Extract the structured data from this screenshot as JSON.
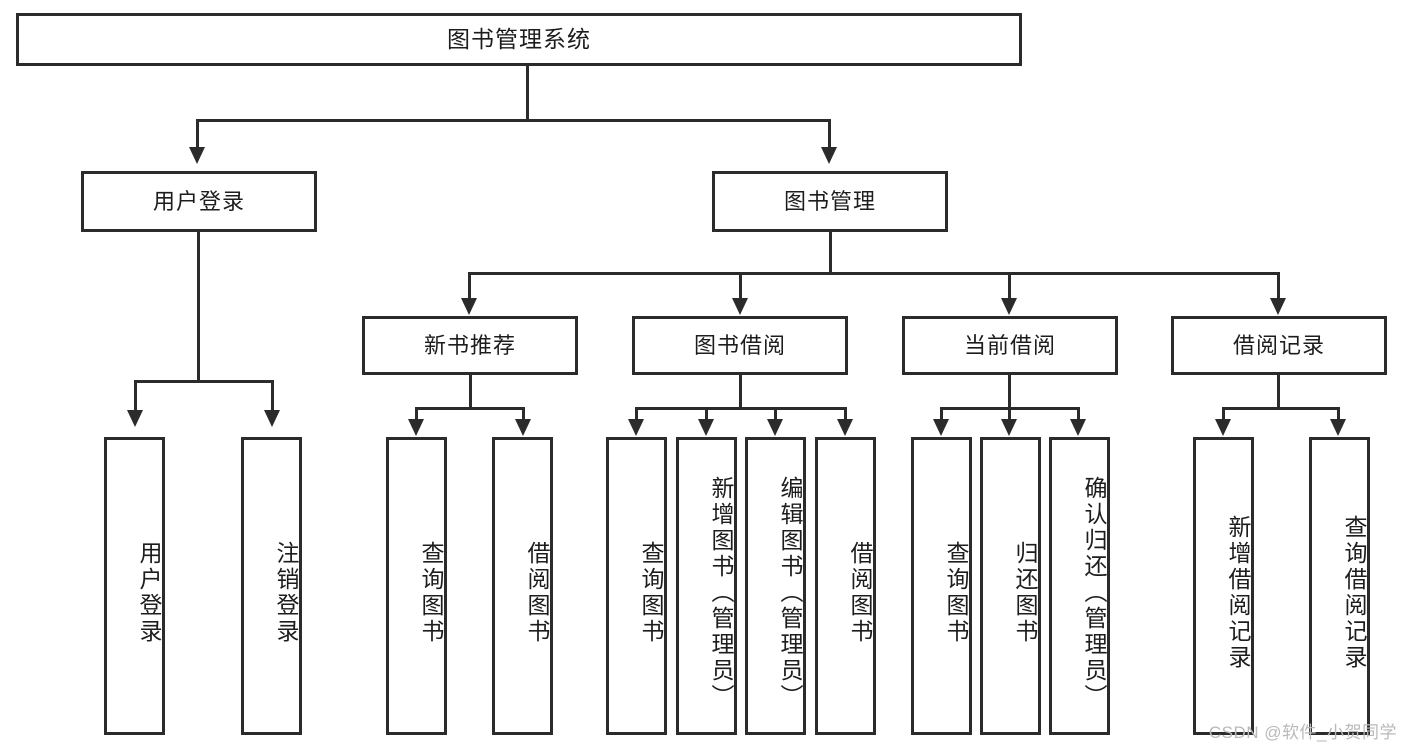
{
  "diagram": {
    "title": "图书管理系统",
    "type": "tree-structure-chart",
    "colors": {
      "stroke": "#2b2b2b",
      "fill": "#ffffff",
      "text": "#1d1d1d",
      "watermark": "#b9b9b9"
    },
    "watermark": "CSDN @软件_小贺同学"
  },
  "nodes": {
    "root": {
      "label": "图书管理系统",
      "level": 1
    },
    "l2": [
      {
        "id": "user-login",
        "label": "用户登录",
        "level": 2
      },
      {
        "id": "book-manage",
        "label": "图书管理",
        "level": 2
      }
    ],
    "l3": [
      {
        "id": "new-book-rec",
        "label": "新书推荐",
        "level": 3,
        "parent": "book-manage"
      },
      {
        "id": "book-borrow",
        "label": "图书借阅",
        "level": 3,
        "parent": "book-manage"
      },
      {
        "id": "current-borrow",
        "label": "当前借阅",
        "level": 3,
        "parent": "book-manage"
      },
      {
        "id": "borrow-record",
        "label": "借阅记录",
        "level": 3,
        "parent": "book-manage"
      }
    ],
    "leaves": {
      "user-login": [
        {
          "id": "leaf-user-login",
          "label": "用户登录"
        },
        {
          "id": "leaf-user-logout",
          "label": "注销登录"
        }
      ],
      "new-book-rec": [
        {
          "id": "leaf-query-book-1",
          "label": "查询图书"
        },
        {
          "id": "leaf-borrow-book-1",
          "label": "借阅图书"
        }
      ],
      "book-borrow": [
        {
          "id": "leaf-query-book-2",
          "label": "查询图书"
        },
        {
          "id": "leaf-add-book",
          "label": "新增图书（管理员）"
        },
        {
          "id": "leaf-edit-book",
          "label": "编辑图书（管理员）"
        },
        {
          "id": "leaf-borrow-book-2",
          "label": "借阅图书"
        }
      ],
      "current-borrow": [
        {
          "id": "leaf-query-book-3",
          "label": "查询图书"
        },
        {
          "id": "leaf-return-book",
          "label": "归还图书"
        },
        {
          "id": "leaf-confirm-return",
          "label": "确认归还（管理员）"
        }
      ],
      "borrow-record": [
        {
          "id": "leaf-add-record",
          "label": "新增借阅记录"
        },
        {
          "id": "leaf-query-record",
          "label": "查询借阅记录"
        }
      ]
    }
  }
}
